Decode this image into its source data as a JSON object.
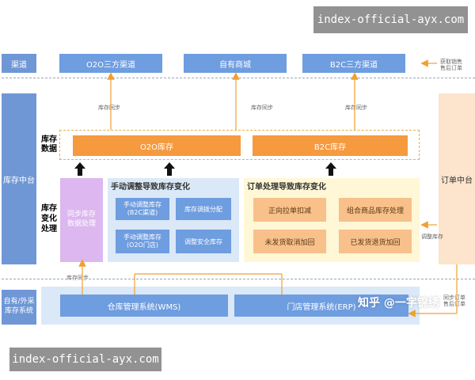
{
  "watermark_top": "index-official-ayx.com",
  "watermark_bottom": "index-official-ayx.com",
  "rows": {
    "channel": "渠道",
    "inventory_center": "库存中台",
    "own_external": "自有/外采\n库存系统",
    "order_center": "订单中台"
  },
  "channels": [
    "O2O三方渠道",
    "自有商城",
    "B2C三方渠道"
  ],
  "inventory_data_label": "库存\n数据",
  "inventory_change_label": "库存\n变化\n处理",
  "inventory_bars": [
    "O2O库存",
    "B2C库存"
  ],
  "sync_labels": {
    "a": "库存同步",
    "b": "库存同步",
    "c": "库存同步",
    "bottom": "库存同步"
  },
  "sync_processing": "同步库存\n数据处理",
  "manual_section": {
    "title": "手动调整导致库存变化",
    "boxes": [
      "手动调整库存\n(B2C渠道)",
      "库存调拨分配",
      "手动调整库存\n(O2O门店)",
      "调整安全库存"
    ]
  },
  "order_section": {
    "title": "订单处理导致库存变化",
    "boxes": [
      "正向拉单扣减",
      "组合商品库存处理",
      "未发货取消加回",
      "已发货退货加回"
    ]
  },
  "right_notes": {
    "top": "获取销售\n售后订单",
    "mid": "调整库存",
    "bottom": "同步订单\n售后订单"
  },
  "systems": [
    "仓库管理系统(WMS)",
    "门店管理系统(ERP)"
  ],
  "zhihu_mark": "知乎 @一字锦绣"
}
